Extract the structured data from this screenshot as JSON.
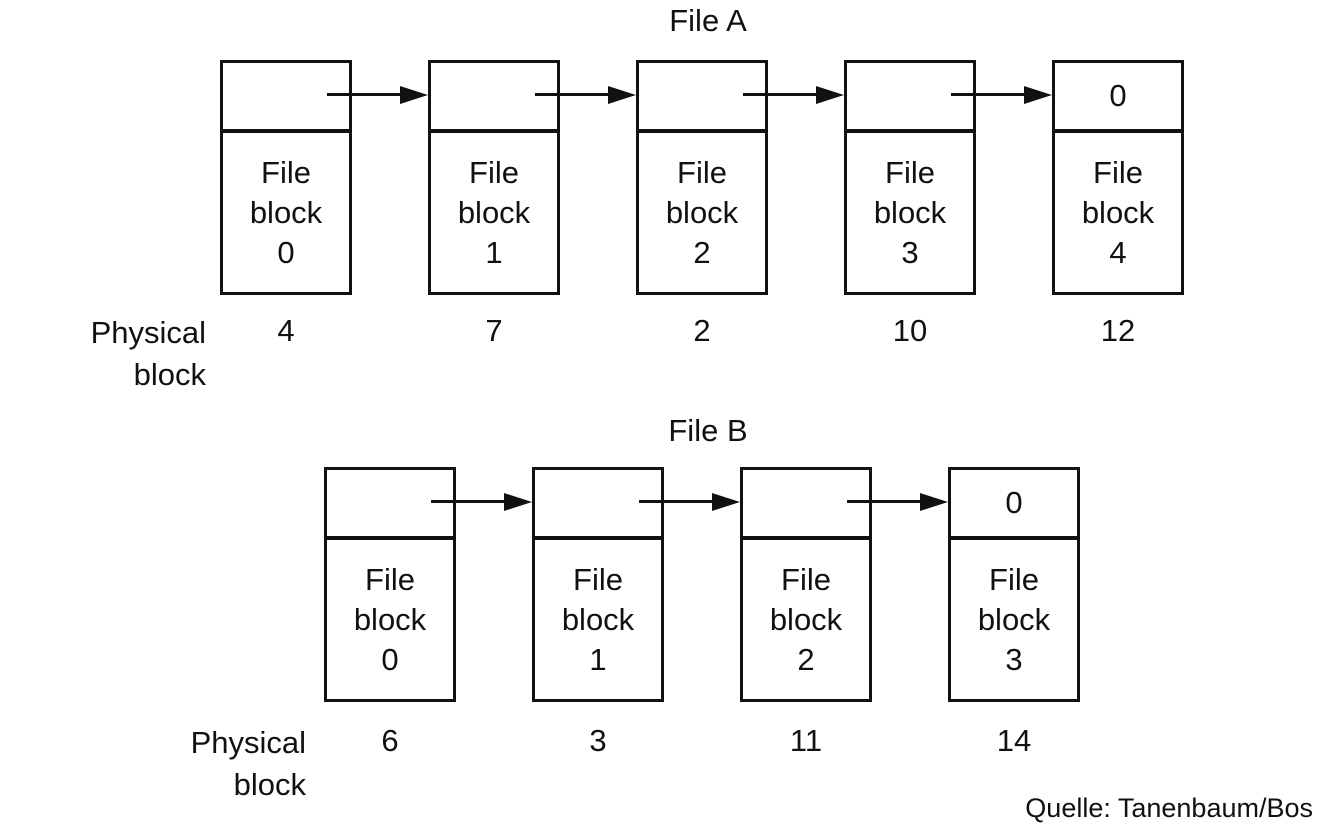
{
  "caption": "Quelle: Tanenbaum/Bos",
  "colors": {
    "ink": "#111111",
    "background": "#ffffff"
  },
  "diagram": {
    "kind": "linked-list file allocation",
    "row_label": "Physical\nblock"
  },
  "files": [
    {
      "title": "File A",
      "physical_label": "Physical\nblock",
      "blocks": [
        {
          "pointer": "",
          "label": "File\nblock\n0",
          "physical": "4"
        },
        {
          "pointer": "",
          "label": "File\nblock\n1",
          "physical": "7"
        },
        {
          "pointer": "",
          "label": "File\nblock\n2",
          "physical": "2"
        },
        {
          "pointer": "",
          "label": "File\nblock\n3",
          "physical": "10"
        },
        {
          "pointer": "0",
          "label": "File\nblock\n4",
          "physical": "12"
        }
      ]
    },
    {
      "title": "File B",
      "physical_label": "Physical\nblock",
      "blocks": [
        {
          "pointer": "",
          "label": "File\nblock\n0",
          "physical": "6"
        },
        {
          "pointer": "",
          "label": "File\nblock\n1",
          "physical": "3"
        },
        {
          "pointer": "",
          "label": "File\nblock\n2",
          "physical": "11"
        },
        {
          "pointer": "0",
          "label": "File\nblock\n3",
          "physical": "14"
        }
      ]
    }
  ]
}
